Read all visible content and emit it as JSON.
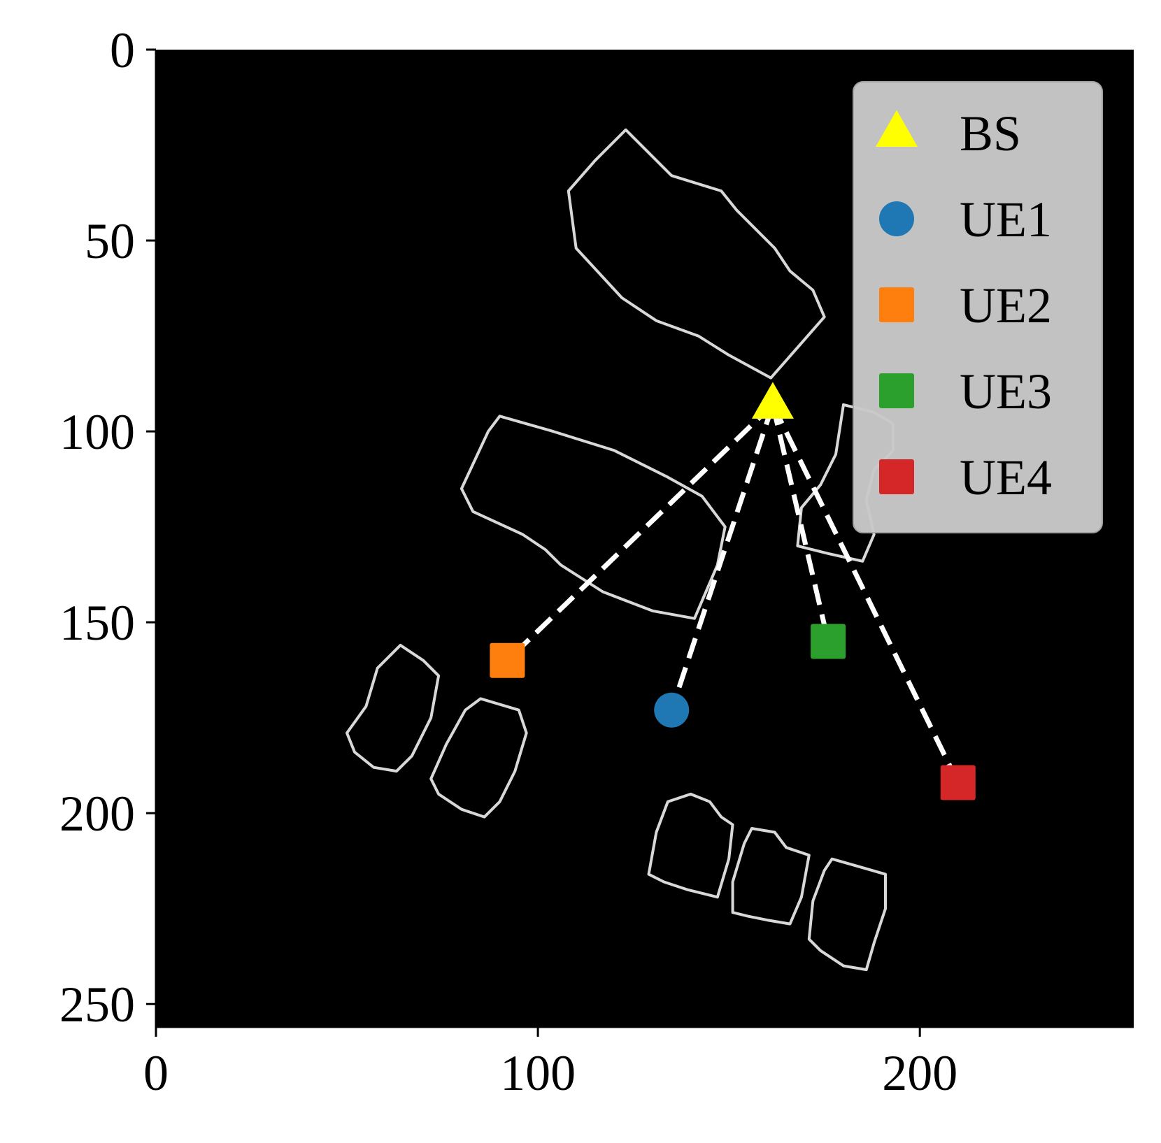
{
  "chart_data": {
    "type": "scatter",
    "background": "#000000",
    "xlim": [
      0,
      256
    ],
    "ylim": [
      256,
      0
    ],
    "y_inverted": true,
    "xticks": [
      0,
      100,
      200
    ],
    "yticks": [
      0,
      50,
      100,
      150,
      200,
      250
    ],
    "xtick_labels": [
      "0",
      "100",
      "200"
    ],
    "ytick_labels": [
      "0",
      "50",
      "100",
      "150",
      "200",
      "250"
    ],
    "grid": false,
    "legend_position": "top-right",
    "series": [
      {
        "name": "BS",
        "marker": "triangle",
        "color": "#ffff00",
        "points": [
          [
            161.5,
            93
          ]
        ]
      },
      {
        "name": "UE1",
        "marker": "circle",
        "color": "#1f77b4",
        "points": [
          [
            135,
            173
          ]
        ]
      },
      {
        "name": "UE2",
        "marker": "square",
        "color": "#ff7f0e",
        "points": [
          [
            92,
            160
          ]
        ]
      },
      {
        "name": "UE3",
        "marker": "square",
        "color": "#2ca02c",
        "points": [
          [
            176,
            155
          ]
        ]
      },
      {
        "name": "UE4",
        "marker": "square",
        "color": "#d62728",
        "points": [
          [
            210,
            192
          ]
        ]
      }
    ],
    "links": [
      {
        "from": [
          161.5,
          93
        ],
        "to": [
          135,
          173
        ]
      },
      {
        "from": [
          161.5,
          93
        ],
        "to": [
          92,
          160
        ]
      },
      {
        "from": [
          161.5,
          93
        ],
        "to": [
          176,
          155
        ]
      },
      {
        "from": [
          161.5,
          93
        ],
        "to": [
          210,
          192
        ]
      }
    ],
    "link_color": "#ffffff",
    "building_outline_color": "#d8d8d8",
    "buildings": [
      [
        [
          123,
          21
        ],
        [
          135,
          33
        ],
        [
          148,
          37
        ],
        [
          152,
          42
        ],
        [
          157,
          47
        ],
        [
          162,
          52
        ],
        [
          166,
          58
        ],
        [
          172,
          63
        ],
        [
          175,
          70
        ],
        [
          161,
          86
        ],
        [
          150,
          80
        ],
        [
          142,
          75
        ],
        [
          131,
          71
        ],
        [
          122,
          65
        ],
        [
          110,
          52
        ],
        [
          108,
          37
        ],
        [
          115,
          29
        ]
      ],
      [
        [
          90,
          96
        ],
        [
          104,
          100
        ],
        [
          120,
          105
        ],
        [
          134,
          112
        ],
        [
          143,
          117
        ],
        [
          149,
          125
        ],
        [
          147,
          135
        ],
        [
          141,
          149
        ],
        [
          130,
          147
        ],
        [
          117,
          142
        ],
        [
          106,
          135
        ],
        [
          102,
          131
        ],
        [
          96,
          127
        ],
        [
          83,
          121
        ],
        [
          80,
          115
        ],
        [
          87,
          100
        ]
      ],
      [
        [
          180,
          93
        ],
        [
          188,
          95
        ],
        [
          193,
          98
        ],
        [
          193,
          105
        ],
        [
          188,
          110
        ],
        [
          186,
          118
        ],
        [
          188,
          127
        ],
        [
          185,
          134
        ],
        [
          176,
          132
        ],
        [
          168,
          130
        ],
        [
          169,
          120
        ],
        [
          174,
          114
        ],
        [
          178,
          106
        ]
      ],
      [
        [
          64,
          156
        ],
        [
          70,
          160
        ],
        [
          74,
          164
        ],
        [
          72,
          175
        ],
        [
          67,
          185
        ],
        [
          63,
          189
        ],
        [
          57,
          188
        ],
        [
          52,
          184
        ],
        [
          50,
          179
        ],
        [
          55,
          172
        ],
        [
          58,
          162
        ]
      ],
      [
        [
          85,
          170
        ],
        [
          95,
          173
        ],
        [
          97,
          179
        ],
        [
          94,
          189
        ],
        [
          90,
          197
        ],
        [
          86,
          201
        ],
        [
          80,
          199
        ],
        [
          74,
          195
        ],
        [
          72,
          191
        ],
        [
          76,
          182
        ],
        [
          81,
          173
        ]
      ],
      [
        [
          140,
          195
        ],
        [
          145,
          197
        ],
        [
          148,
          201
        ],
        [
          151,
          203
        ],
        [
          150,
          212
        ],
        [
          147,
          222
        ],
        [
          139,
          220
        ],
        [
          133,
          218
        ],
        [
          129,
          216
        ],
        [
          131,
          205
        ],
        [
          134,
          197
        ]
      ],
      [
        [
          156,
          204
        ],
        [
          162,
          205
        ],
        [
          165,
          209
        ],
        [
          171,
          211
        ],
        [
          169,
          222
        ],
        [
          166,
          229
        ],
        [
          160,
          228
        ],
        [
          155,
          227
        ],
        [
          151,
          226
        ],
        [
          151,
          218
        ],
        [
          154,
          208
        ]
      ],
      [
        [
          177,
          212
        ],
        [
          184,
          214
        ],
        [
          191,
          216
        ],
        [
          191,
          225
        ],
        [
          188,
          234
        ],
        [
          186,
          241
        ],
        [
          180,
          240
        ],
        [
          174,
          236
        ],
        [
          171,
          233
        ],
        [
          172,
          223
        ],
        [
          175,
          215
        ]
      ]
    ]
  }
}
